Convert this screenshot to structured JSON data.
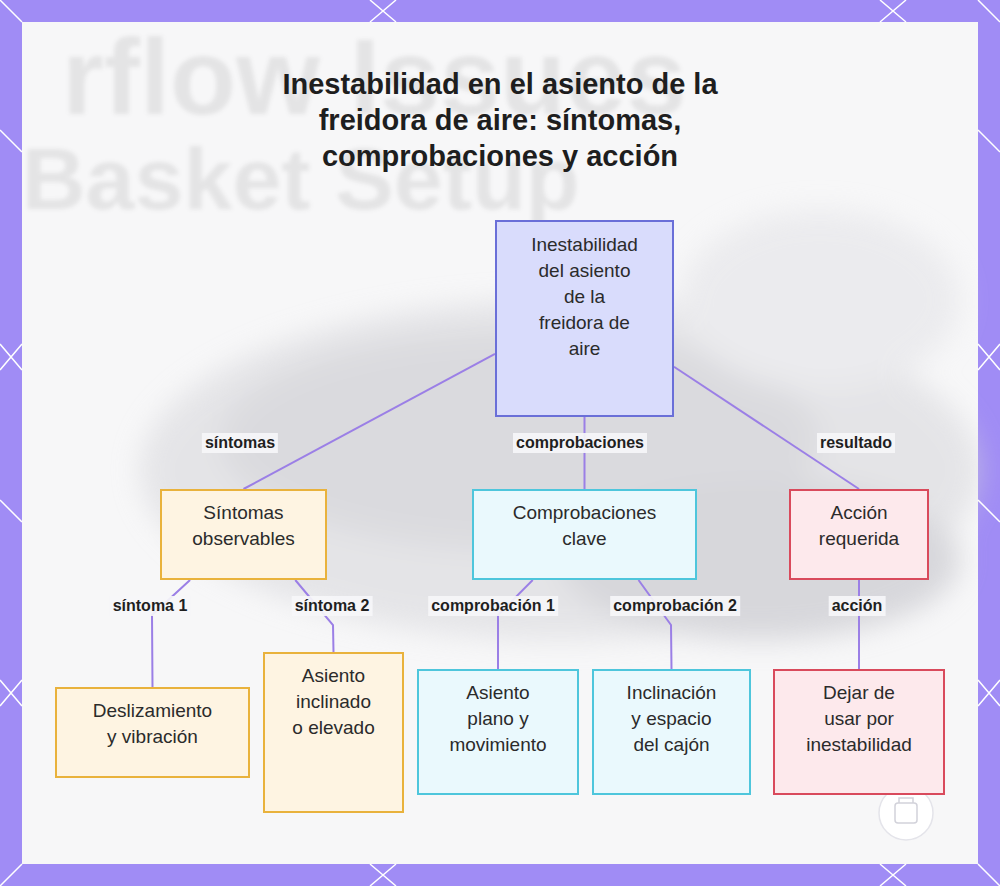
{
  "diagram": {
    "title": "Inestabilidad en el asiento de la freidora de aire: síntomas, comprobaciones y acción",
    "nodes": [
      {
        "text": [
          "Inestabilidad del asiento de la freidora de aire"
        ]
      },
      {
        "text": [
          "Síntomas observables"
        ]
      },
      {
        "text": [
          "Comprobaciones clave"
        ]
      },
      {
        "text": [
          "Acción requerida"
        ]
      },
      {
        "text": [
          "Deslizamiento y vibración"
        ]
      },
      {
        "text": [
          "Asiento inclinado o elevado"
        ]
      },
      {
        "text": [
          "Asiento plano y movimiento"
        ]
      },
      {
        "text": [
          "Inclinación y espacio del cajón"
        ]
      },
      {
        "text": [
          "Dejar de usar por inestabilidad"
        ]
      }
    ],
    "edges": [
      {
        "from": 0,
        "to": 1,
        "label": "síntomas",
        "arrow": "none"
      },
      {
        "from": 0,
        "to": 2,
        "label": "comprobaciones",
        "arrow": "none"
      },
      {
        "from": 0,
        "to": 3,
        "label": "resultado",
        "arrow": "none"
      },
      {
        "from": 1,
        "to": 4,
        "label": "síntoma 1",
        "arrow": "none"
      },
      {
        "from": 1,
        "to": 5,
        "label": "síntoma 2",
        "arrow": "none"
      },
      {
        "from": 2,
        "to": 6,
        "label": "comprobación 1",
        "arrow": "none"
      },
      {
        "from": 2,
        "to": 7,
        "label": "comprobación 2",
        "arrow": "none"
      },
      {
        "from": 3,
        "to": 8,
        "label": "acción",
        "arrow": "none"
      }
    ],
    "labels": [
      "rflow Issues",
      "Basket Setup"
    ]
  }
}
